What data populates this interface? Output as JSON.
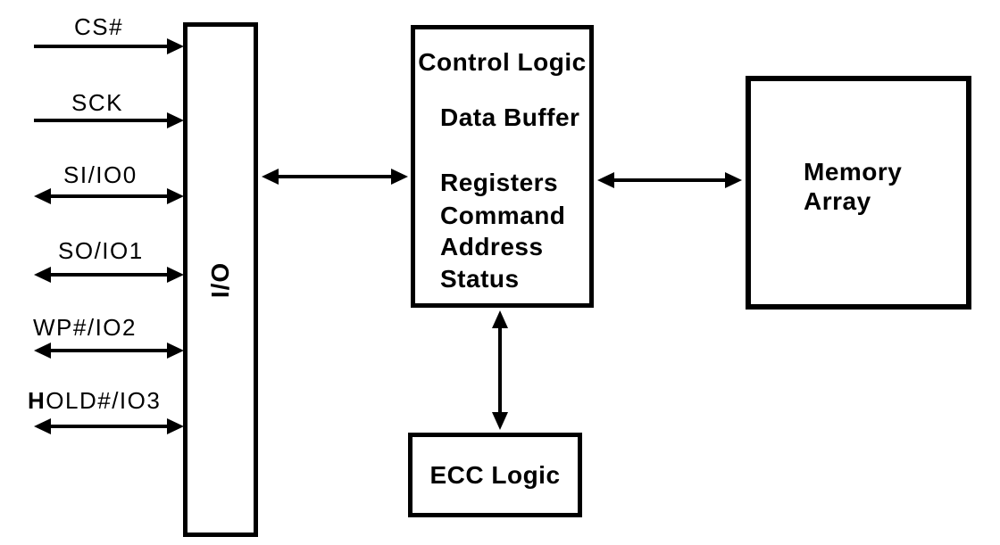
{
  "diagram": {
    "title": "flash-memory-functional-block-diagram",
    "colors": {
      "background": "#ffffff",
      "line": "#000000",
      "text": "#000000"
    },
    "signals": [
      {
        "label": "CS#",
        "direction": "input"
      },
      {
        "label": "SCK",
        "direction": "input"
      },
      {
        "label": "SI/IO0",
        "direction": "bidirectional"
      },
      {
        "label": "SO/IO1",
        "direction": "bidirectional"
      },
      {
        "label": "WP#/IO2",
        "direction": "bidirectional"
      },
      {
        "label": "HOLD#/IO3",
        "direction": "bidirectional",
        "label_parts": {
          "bold": "H",
          "rest": "OLD#/IO3"
        }
      }
    ],
    "blocks": {
      "io": {
        "label": "I/O"
      },
      "control_logic": {
        "title": "Control Logic",
        "items": [
          "Data Buffer",
          "Registers",
          "Command",
          "Address",
          "Status"
        ]
      },
      "memory_array": {
        "label": "Memory Array",
        "line1": "Memory",
        "line2": "Array"
      },
      "ecc": {
        "label": "ECC Logic"
      }
    },
    "connections": [
      {
        "from": "I/O",
        "to": "Control Logic",
        "type": "bidirectional"
      },
      {
        "from": "Control Logic",
        "to": "Memory Array",
        "type": "bidirectional"
      },
      {
        "from": "Control Logic",
        "to": "ECC Logic",
        "type": "bidirectional"
      }
    ]
  }
}
